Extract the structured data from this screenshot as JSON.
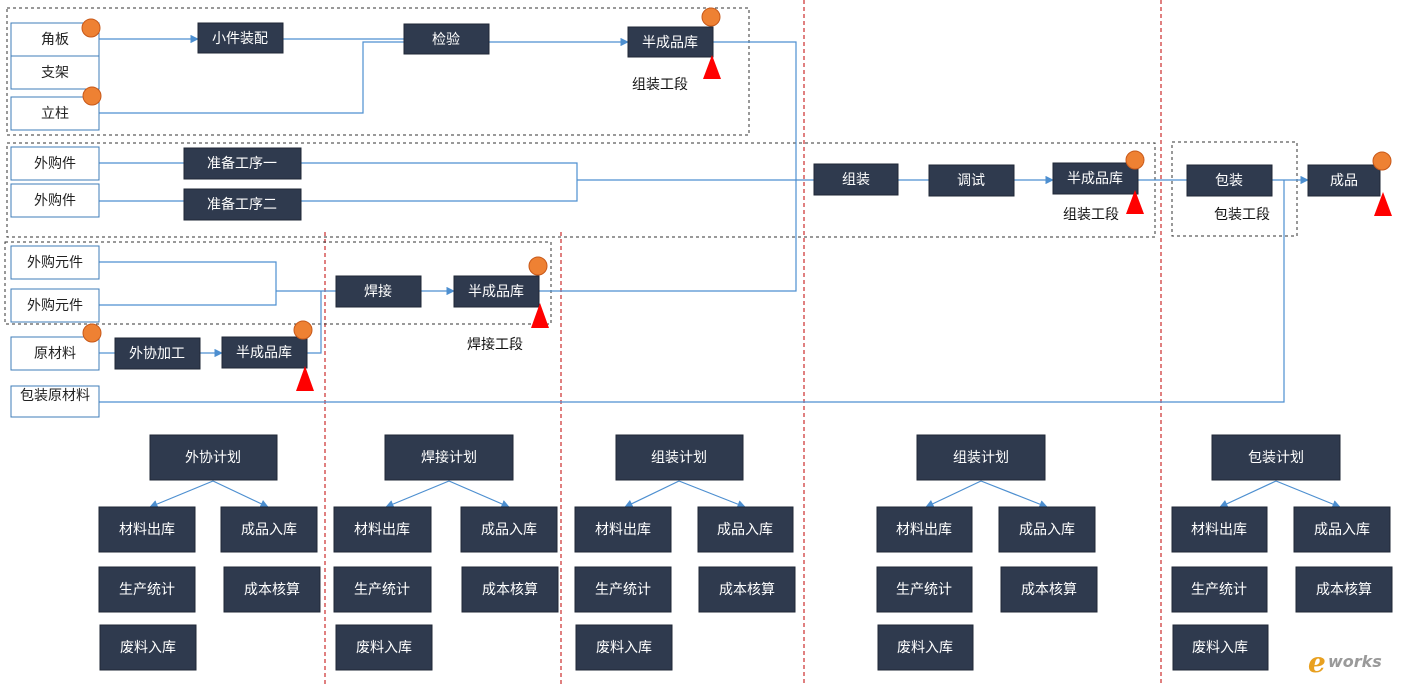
{
  "flow": {
    "sources": {
      "s1": "角板",
      "s2": "支架",
      "s3": "立柱",
      "s4": "外购件",
      "s5": "外购件",
      "s6": "外购元件",
      "s7": "外购元件",
      "s8": "原材料",
      "s9": "包装原材料"
    },
    "steps": {
      "p1": "小件装配",
      "p2": "检验",
      "p3": "半成品库",
      "p4": "准备工序一",
      "p5": "准备工序二",
      "p6": "焊接",
      "p7": "半成品库",
      "p8": "外协加工",
      "p9": "半成品库",
      "p10": "组装",
      "p11": "调试",
      "p12": "半成品库",
      "p13": "包装",
      "p14": "成品"
    },
    "stage_labels": {
      "l1": "组装工段",
      "l2": "焊接工段",
      "l3": "组装工段",
      "l4": "包装工段"
    }
  },
  "plans": [
    {
      "title": "外协计划",
      "items": [
        "材料出库",
        "成品入库",
        "生产统计",
        "成本核算",
        "废料入库"
      ]
    },
    {
      "title": "焊接计划",
      "items": [
        "材料出库",
        "成品入库",
        "生产统计",
        "成本核算",
        "废料入库"
      ]
    },
    {
      "title": "组装计划",
      "items": [
        "材料出库",
        "成品入库",
        "生产统计",
        "成本核算",
        "废料入库"
      ]
    },
    {
      "title": "组装计划",
      "items": [
        "材料出库",
        "成品入库",
        "生产统计",
        "成本核算",
        "废料入库"
      ]
    },
    {
      "title": "包装计划",
      "items": [
        "材料出库",
        "成品入库",
        "生产统计",
        "成本核算",
        "废料入库"
      ]
    }
  ],
  "logo": {
    "text": "e-works"
  },
  "colors": {
    "dark_box": "#2f3a4e",
    "line": "#4d8fd0",
    "marker_circle": "#ee8133",
    "marker_triangle": "#ff0000",
    "divider": "#c00000"
  }
}
